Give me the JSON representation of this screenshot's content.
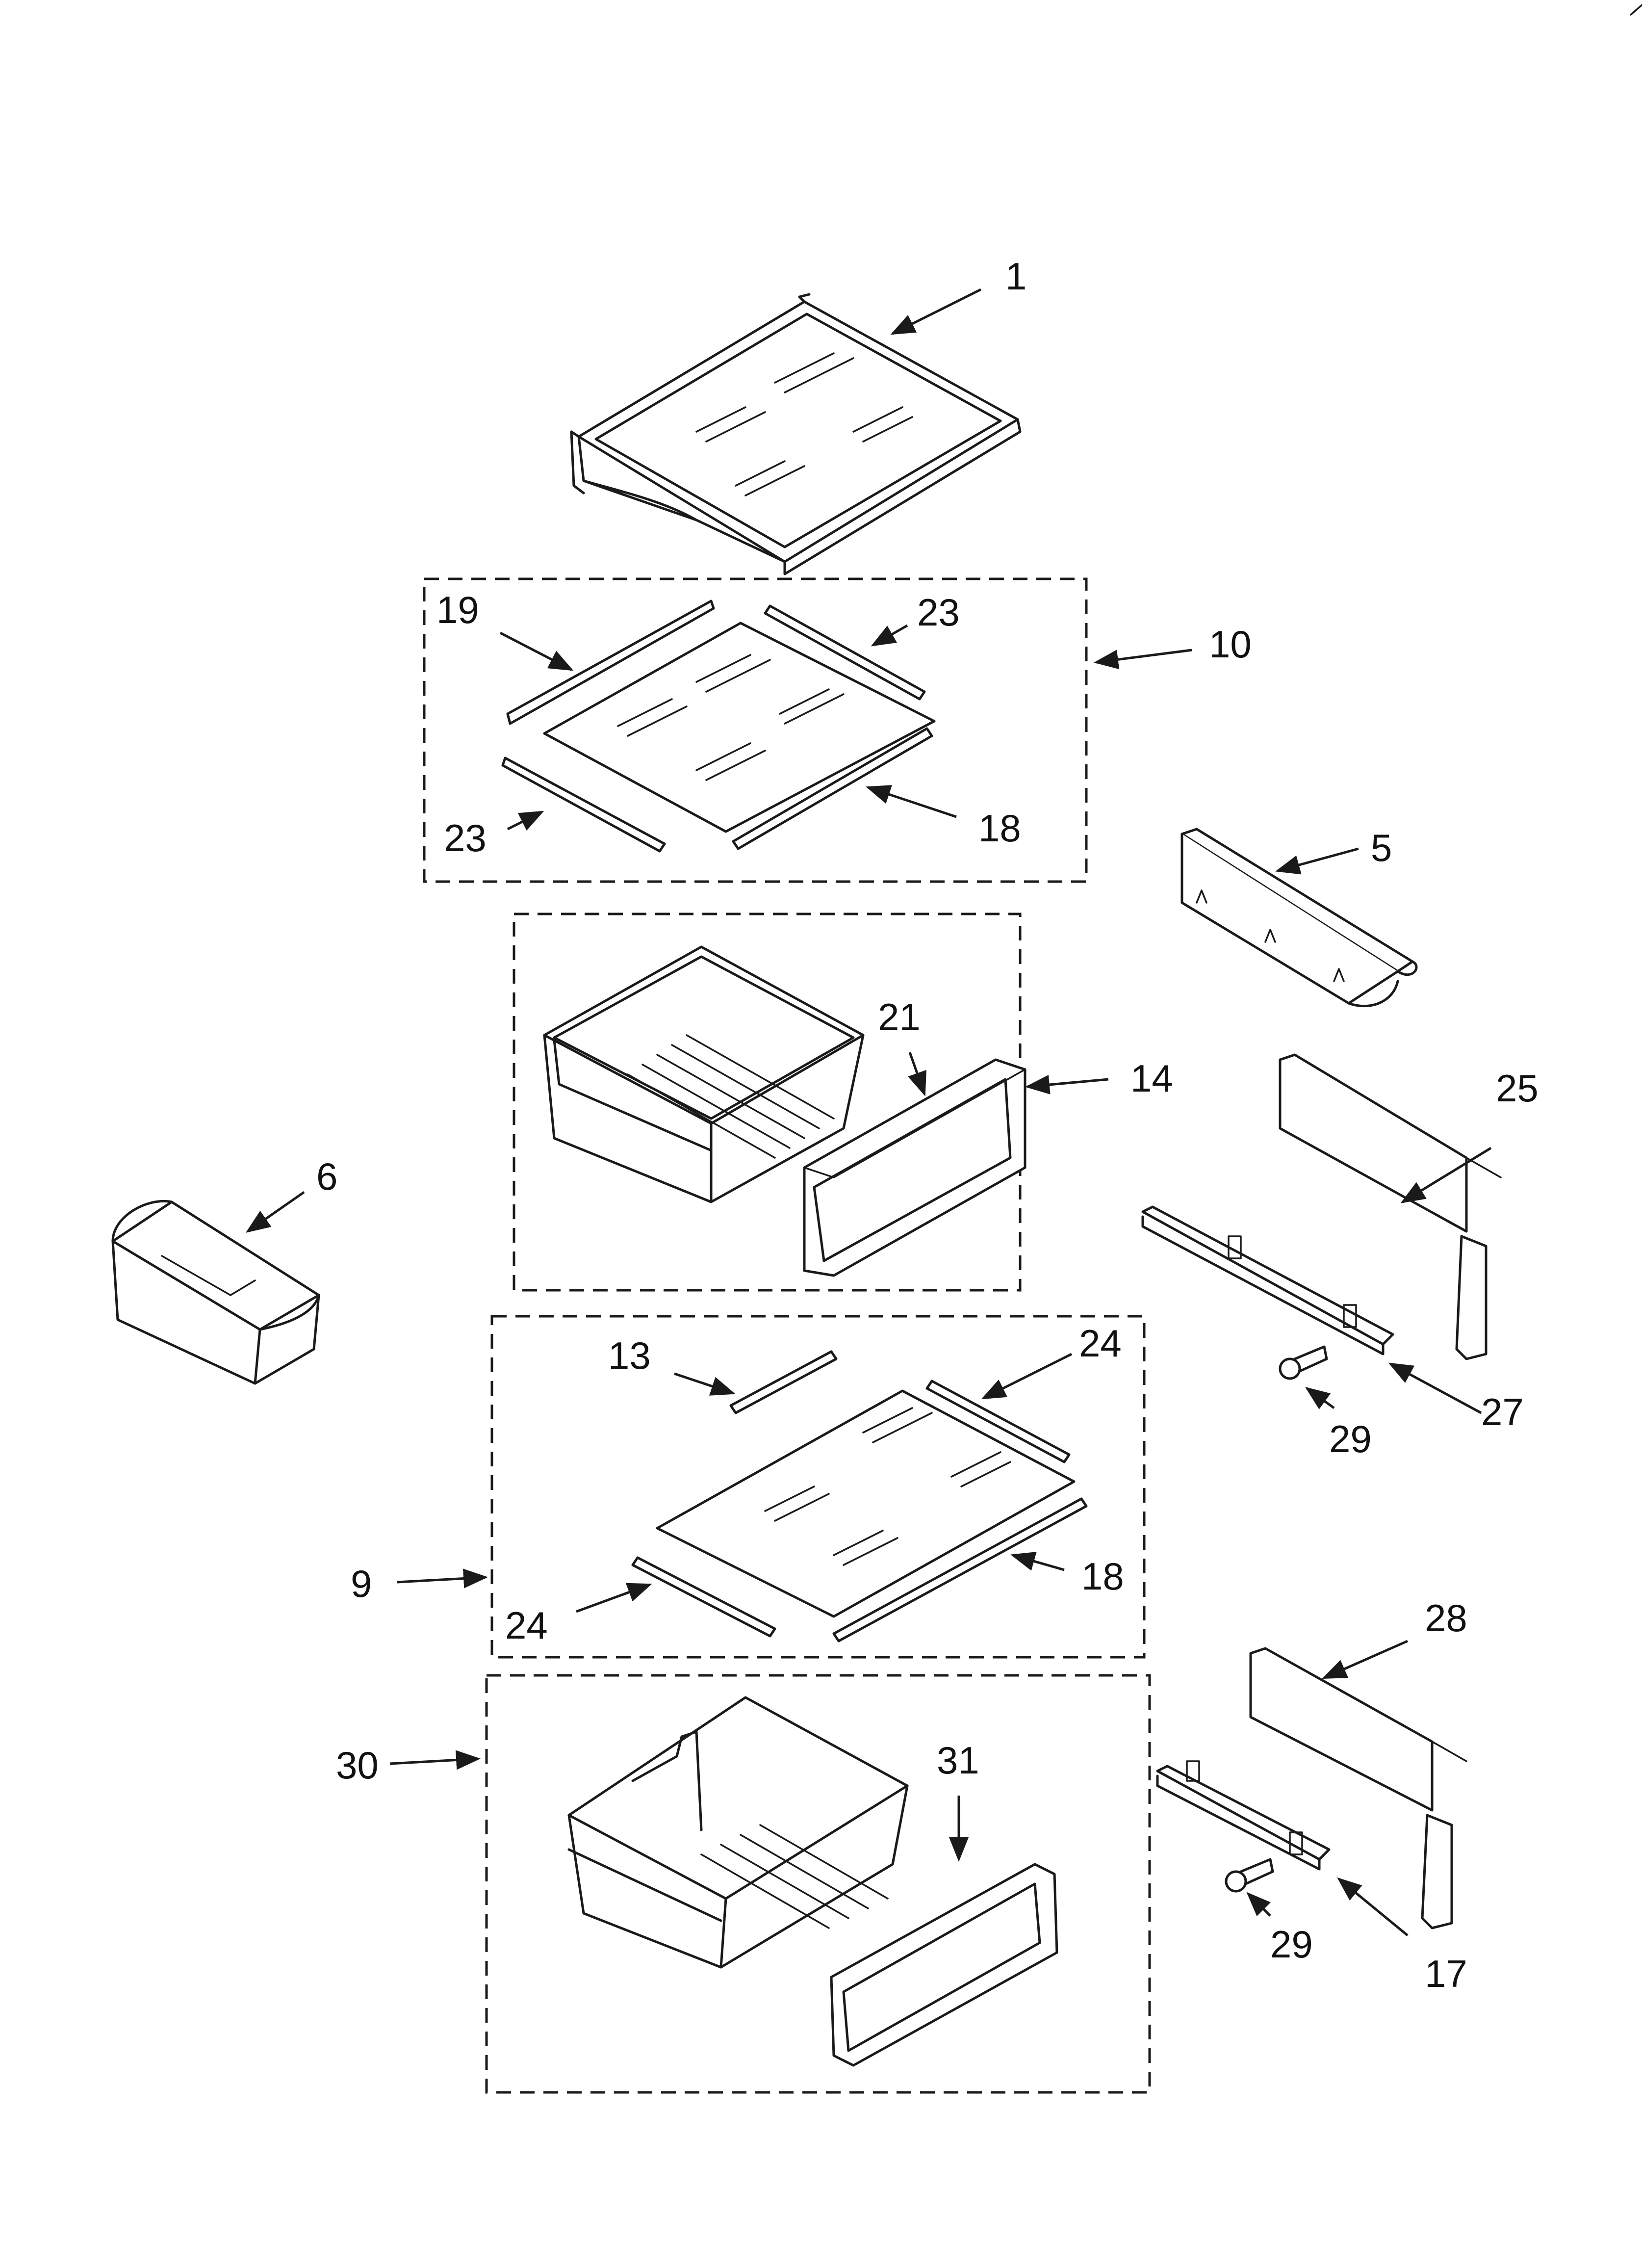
{
  "callouts": [
    "1",
    "19",
    "23",
    "10",
    "23",
    "18",
    "5",
    "21",
    "14",
    "25",
    "6",
    "13",
    "24",
    "27",
    "29",
    "9",
    "18",
    "24",
    "28",
    "30",
    "31",
    "29",
    "17"
  ]
}
